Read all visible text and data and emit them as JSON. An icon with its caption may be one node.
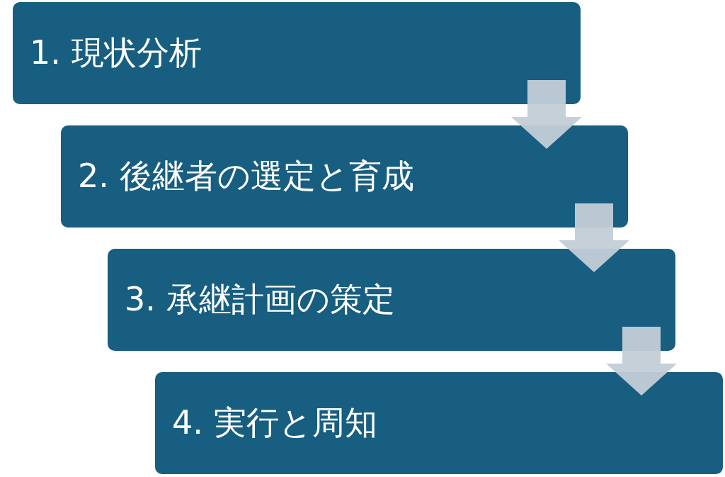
{
  "diagram": {
    "nodes": [
      {
        "text": [
          "1. 現状分析"
        ]
      },
      {
        "text": [
          "2. 後継者の選定と育成"
        ]
      },
      {
        "text": [
          "3. 承継計画の策定"
        ]
      },
      {
        "text": [
          "4. 実行と周知"
        ]
      }
    ],
    "edges": [
      {
        "from": 0,
        "to": 1,
        "arrow": "to"
      },
      {
        "from": 1,
        "to": 2,
        "arrow": "to"
      },
      {
        "from": 2,
        "to": 3,
        "arrow": "to"
      }
    ]
  }
}
